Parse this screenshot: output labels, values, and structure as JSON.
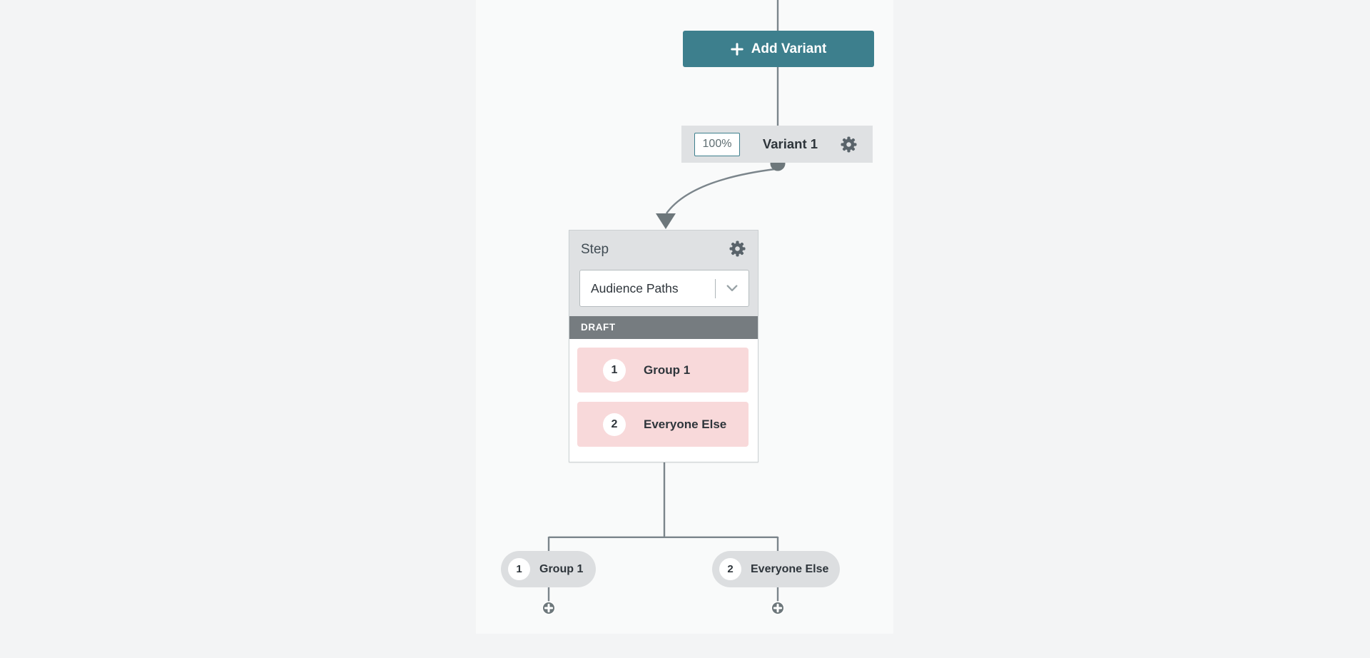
{
  "colors": {
    "canvas_bg": "#f3f4f5",
    "lane_bg": "#f9fafa",
    "accent_teal": "#3d7f8d",
    "node_gray": "#dfe1e3",
    "draft_gray": "#767c80",
    "path_pink": "#f8d9da",
    "pill_gray": "#dcdee0",
    "connector_gray": "#7b858b",
    "text_dark": "#2e353b"
  },
  "add_variant_button": {
    "label": "Add Variant",
    "icon": "plus-icon"
  },
  "variant_node": {
    "percent": "100%",
    "label": "Variant 1",
    "settings_icon": "gear-icon"
  },
  "step_card": {
    "title": "Step",
    "settings_icon": "gear-icon",
    "type_dropdown": {
      "value": "Audience Paths",
      "icon": "chevron-down-icon"
    },
    "status": "DRAFT",
    "paths": [
      {
        "number": "1",
        "label": "Group 1"
      },
      {
        "number": "2",
        "label": "Everyone Else"
      }
    ]
  },
  "branches": [
    {
      "number": "1",
      "label": "Group 1",
      "add_icon": "plus-icon"
    },
    {
      "number": "2",
      "label": "Everyone Else",
      "add_icon": "plus-icon"
    }
  ]
}
